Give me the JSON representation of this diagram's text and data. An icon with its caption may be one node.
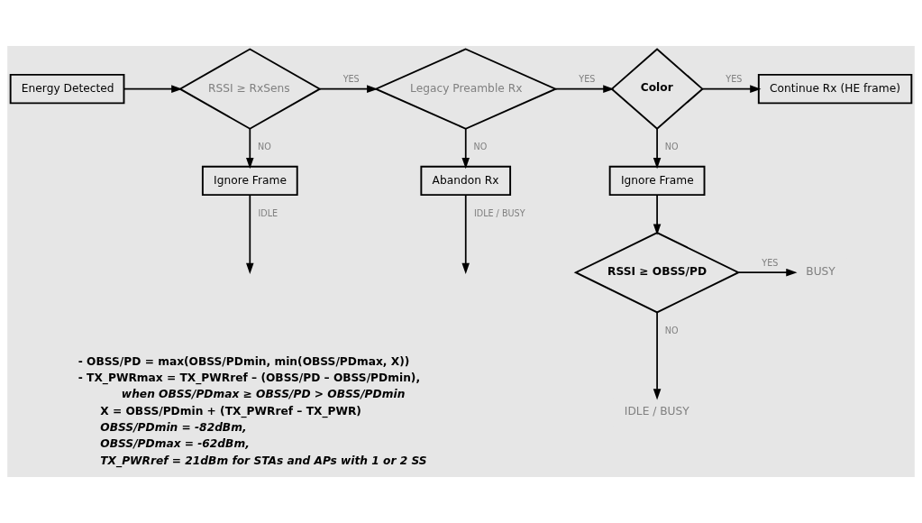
{
  "diagram": {
    "nodes": [
      {
        "text": [
          "Energy Detected"
        ]
      },
      {
        "text": [
          "RSSI ≥ RxSens"
        ]
      },
      {
        "text": [
          "Legacy Preamble Rx"
        ]
      },
      {
        "text": [
          "Color"
        ]
      },
      {
        "text": [
          "Continue Rx (HE frame)"
        ]
      },
      {
        "text": [
          "Ignore Frame"
        ]
      },
      {
        "text": [
          "Abandon Rx"
        ]
      },
      {
        "text": [
          "Ignore Frame"
        ]
      },
      {
        "text": [
          "RSSI ≥ OBSS/PD"
        ]
      },
      {
        "text": [
          "BUSY"
        ]
      },
      {
        "text": [
          "IDLE / BUSY"
        ]
      }
    ],
    "edges": [
      {
        "from": 0,
        "to": 1,
        "arrow": "to"
      },
      {
        "from": 1,
        "to": 2,
        "arrow": "to",
        "label": "YES"
      },
      {
        "from": 2,
        "to": 3,
        "arrow": "to",
        "label": "YES"
      },
      {
        "from": 3,
        "to": 4,
        "arrow": "to",
        "label": "YES"
      },
      {
        "from": 1,
        "to": 5,
        "arrow": "to",
        "label": "NO"
      },
      {
        "from": 2,
        "to": 6,
        "arrow": "to",
        "label": "NO"
      },
      {
        "from": 3,
        "to": 7,
        "arrow": "to",
        "label": "NO"
      },
      {
        "from": 5,
        "to": null,
        "arrow": "to",
        "label": "IDLE"
      },
      {
        "from": 6,
        "to": null,
        "arrow": "to",
        "label": "IDLE / BUSY"
      },
      {
        "from": 7,
        "to": 8,
        "arrow": "to"
      },
      {
        "from": 8,
        "to": 9,
        "arrow": "to",
        "label": "YES"
      },
      {
        "from": 8,
        "to": 10,
        "arrow": "to",
        "label": "NO"
      }
    ],
    "labels": [
      "- OBSS/PD = max(OBSS/PDmin, min(OBSS/PDmax, X))",
      "- TX_PWRmax = TX_PWRref – (OBSS/PD – OBSS/PDmin),",
      "when OBSS/PDmax ≥ OBSS/PD > OBSS/PDmin",
      "X = OBSS/PDmin + (TX_PWRref – TX_PWR)",
      "OBSS/PDmin = -82dBm,",
      "OBSS/PDmax = -62dBm,",
      "TX_PWRref = 21dBm for STAs and APs with 1 or 2 SS"
    ]
  }
}
